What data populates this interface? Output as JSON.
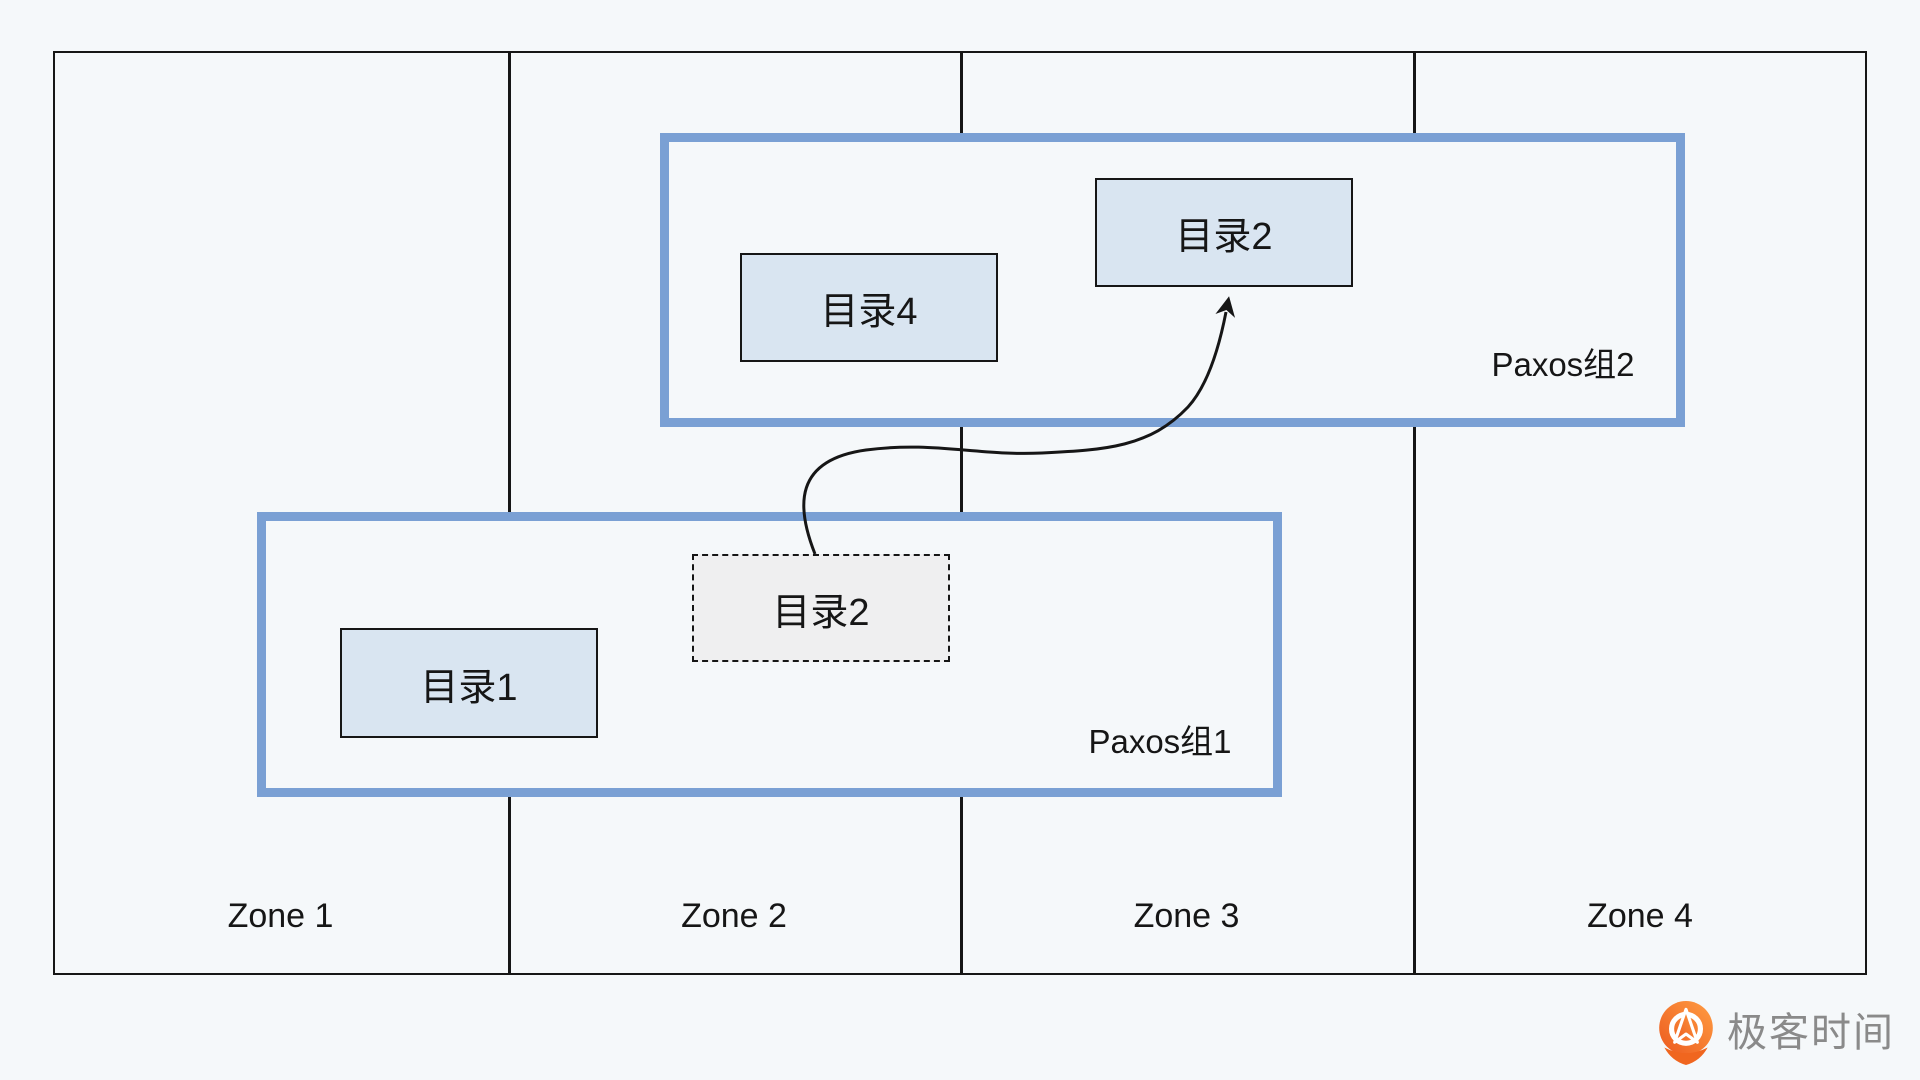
{
  "zones": [
    {
      "label": "Zone 1"
    },
    {
      "label": "Zone 2"
    },
    {
      "label": "Zone 3"
    },
    {
      "label": "Zone 4"
    }
  ],
  "paxos_groups": [
    {
      "label": "Paxos组1"
    },
    {
      "label": "Paxos组2"
    }
  ],
  "directories": {
    "dir1": {
      "label": "目录1"
    },
    "dir4": {
      "label": "目录4"
    },
    "dir2_target": {
      "label": "目录2"
    },
    "dir2_source": {
      "label": "目录2"
    }
  },
  "logo": {
    "brand_text": "极客时间"
  },
  "colors": {
    "background": "#f5f8fa",
    "line": "#161616",
    "paxos_border": "#7aa0d4",
    "directory_fill": "#d9e5f1",
    "dashed_fill": "#efeff0",
    "logo_orange": "#f0661f",
    "logo_text_gray": "#8a8a8a"
  }
}
